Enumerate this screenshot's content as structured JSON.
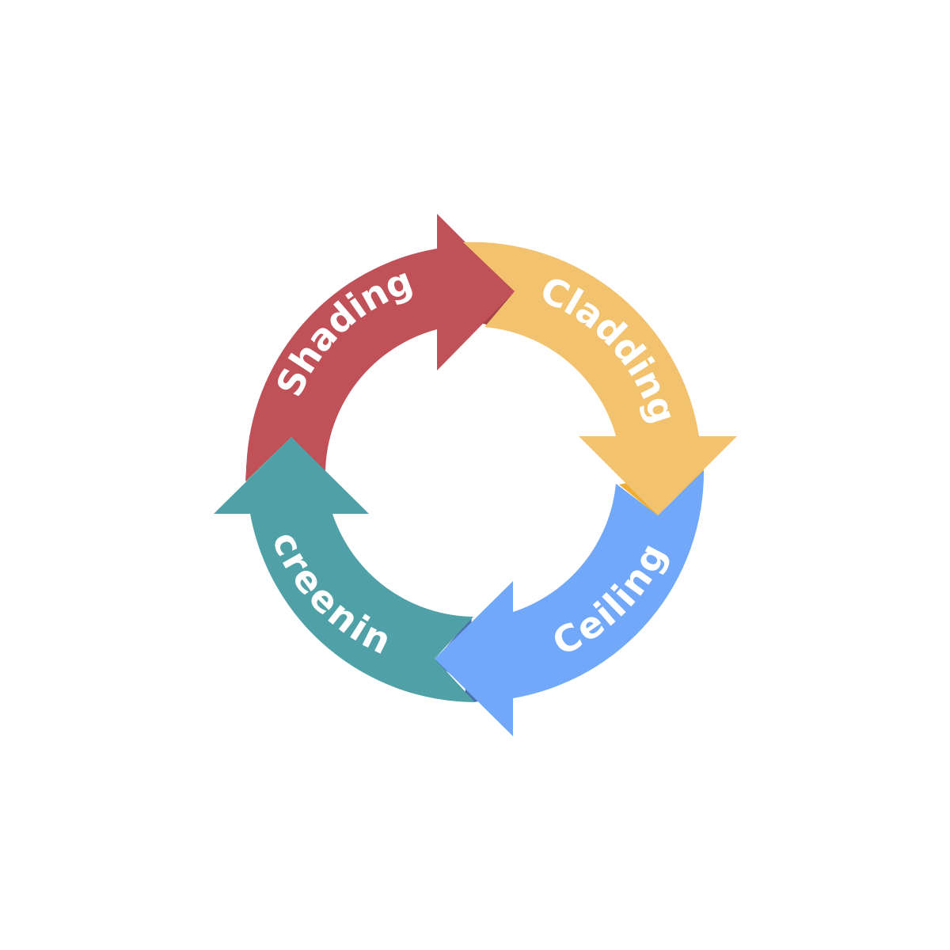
{
  "diagram": {
    "segments": [
      {
        "label": "Shading",
        "color": "#c05158",
        "overlap_shadow": "#a8434d"
      },
      {
        "label": "Cladding",
        "color": "#f3c26f",
        "overlap_shadow": "#f0ad32"
      },
      {
        "label": "Ceiling",
        "color": "#72a8f9",
        "overlap_shadow": "#4a6fae"
      },
      {
        "label": "Screening",
        "color": "#4fa1a7",
        "overlap_shadow": "#46928e"
      }
    ]
  }
}
